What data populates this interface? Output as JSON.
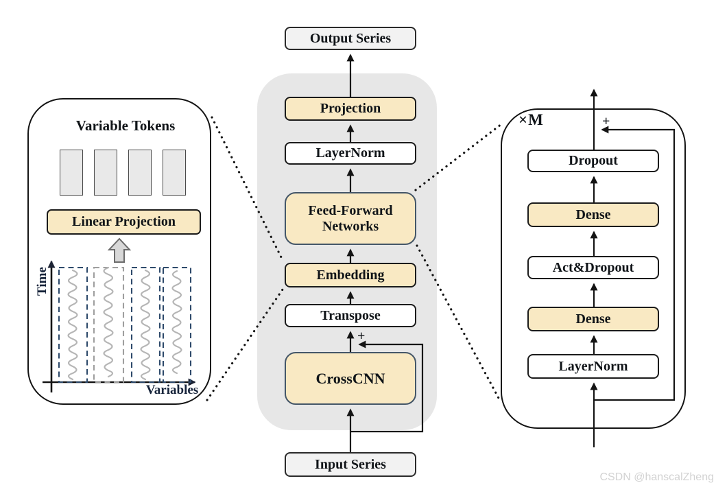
{
  "left_panel": {
    "title": "Variable Tokens",
    "linear_projection_label": "Linear Projection",
    "time_axis_label": "Time",
    "variables_axis_label": "Variables",
    "token_count": 4,
    "series_count": 4
  },
  "middle": {
    "top_box": {
      "label": "Output Series"
    },
    "blocks": [
      {
        "label": "Projection",
        "fill": "cream"
      },
      {
        "label": "LayerNorm",
        "fill": "white"
      },
      {
        "label": "Feed-Forward Networks",
        "fill": "cream"
      },
      {
        "label": "Embedding",
        "fill": "cream"
      },
      {
        "label": "Transpose",
        "fill": "white"
      },
      {
        "label": "CrossCNN",
        "fill": "cream"
      }
    ],
    "bottom_box": {
      "label": "Input Series"
    },
    "residual_plus": "+"
  },
  "right_panel": {
    "repeat_label": "×M",
    "residual_plus": "+",
    "blocks": [
      {
        "label": "Dropout",
        "fill": "white"
      },
      {
        "label": "Dense",
        "fill": "cream"
      },
      {
        "label": "Act&Dropout",
        "fill": "white"
      },
      {
        "label": "Dense",
        "fill": "cream"
      },
      {
        "label": "LayerNorm",
        "fill": "white"
      }
    ]
  },
  "watermark": "CSDN @hanscalZheng",
  "colors": {
    "block_cream": "#f9e9c3",
    "panel_gray": "#e7e7e7",
    "io_box_gray": "#f2f2f2",
    "dashed_navy": "#2e4a6b",
    "dashed_gray": "#9e9e9e",
    "squiggle_gray": "#b5b5b5",
    "line_black": "#141414",
    "watermark_gray": "#d2d2d2"
  }
}
